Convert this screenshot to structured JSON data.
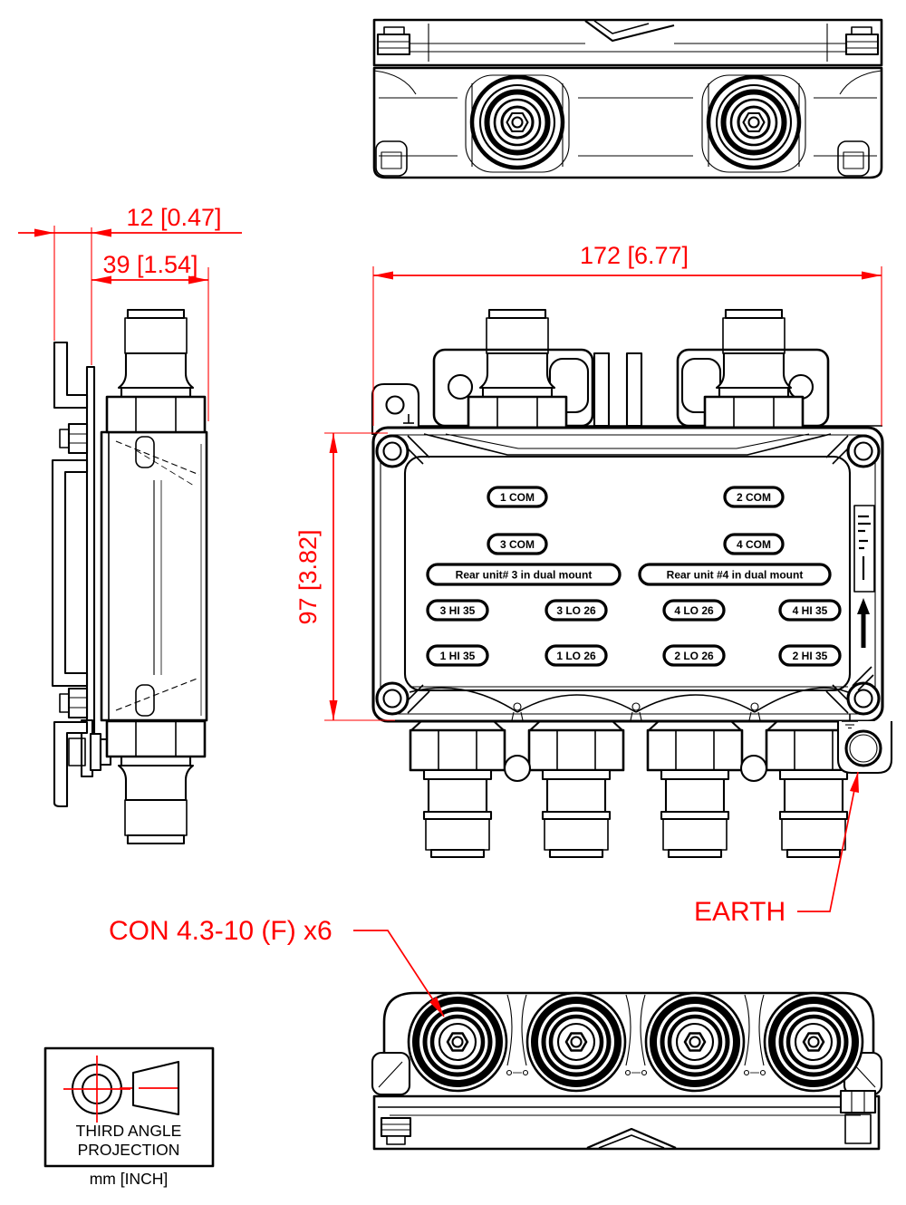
{
  "colors": {
    "line": "#000000",
    "annotation": "#ff0000",
    "background": "#ffffff"
  },
  "dimensions": {
    "bracket_offset": "12 [0.47]",
    "depth": "39 [1.54]",
    "width": "172 [6.77]",
    "height": "97 [3.82]"
  },
  "callouts": {
    "earth": "EARTH",
    "connector": "CON 4.3-10 (F) x6"
  },
  "front_panel": {
    "com1": "1 COM",
    "com2": "2 COM",
    "com3": "3 COM",
    "com4": "4 COM",
    "rear3": "Rear unit# 3 in dual mount",
    "rear4": "Rear unit #4 in dual mount",
    "p3hi": "3 HI 35",
    "p3lo": "3 LO 26",
    "p4lo": "4 LO 26",
    "p4hi": "4 HI 35",
    "p1hi": "1 HI 35",
    "p1lo": "1 LO 26",
    "p2lo": "2 LO 26",
    "p2hi": "2 HI 35"
  },
  "projection": {
    "line1": "THIRD ANGLE",
    "line2": "PROJECTION",
    "units": "mm [INCH]"
  }
}
